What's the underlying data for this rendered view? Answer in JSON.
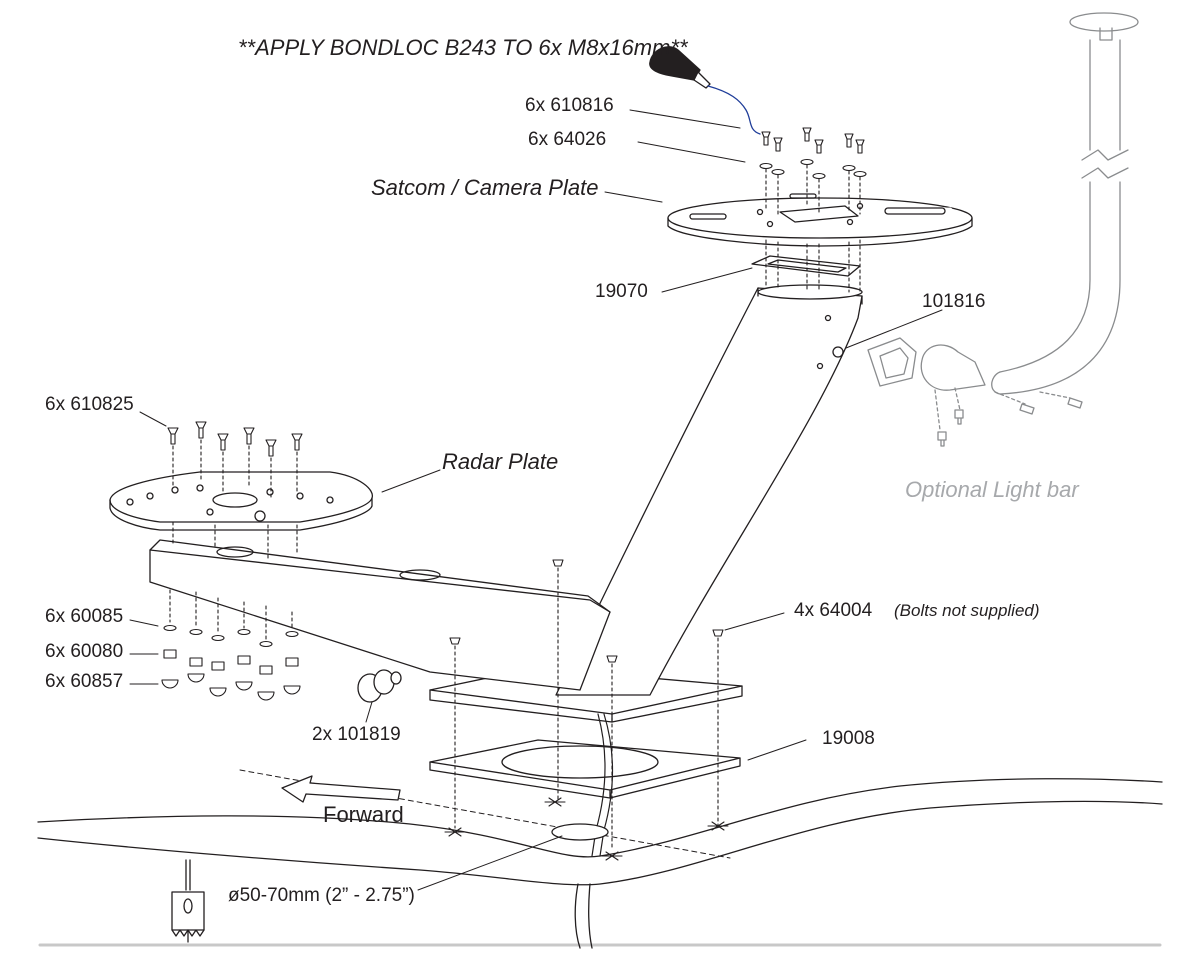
{
  "instruction": "**APPLY BONDLOC B243 TO 6x M8x16mm**",
  "plates": {
    "satcom": "Satcom / Camera Plate",
    "radar": "Radar Plate",
    "light_bar": "Optional Light bar"
  },
  "parts": {
    "p610816": "6x 610816",
    "p64026": "6x 64026",
    "p19070": "19070",
    "p101816": "101816",
    "p610825": "6x 610825",
    "p64004": "4x 64004",
    "bolts_note": "(Bolts not supplied)",
    "p60085": "6x 60085",
    "p60080": "6x 60080",
    "p60857": "6x 60857",
    "p101819": "2x 101819",
    "p19008": "19008"
  },
  "direction": "Forward",
  "hole_size": "ø50-70mm (2” - 2.75”)"
}
